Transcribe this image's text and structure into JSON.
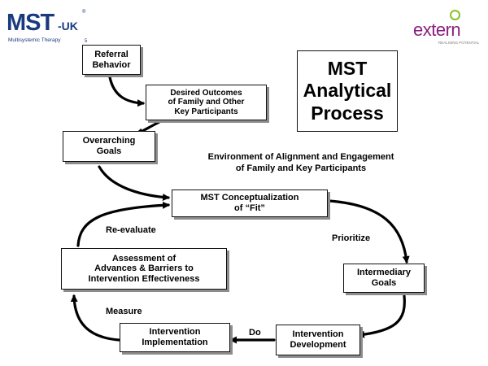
{
  "logos": {
    "mst_main": "MST",
    "mst_uk": "-UK",
    "mst_reg": "®",
    "mst_sub": "Multisystemic Therapy",
    "mst_five": "5",
    "extern_word": "extern",
    "extern_tag": "REALISING POTENTIAL"
  },
  "title": "MST\nAnalytical\nProcess",
  "boxes": {
    "referral": "Referral\nBehavior",
    "desired": "Desired Outcomes\nof Family and Other\nKey Participants",
    "overarching": "Overarching\nGoals",
    "conceptualization": "MST Conceptualization\nof “Fit”",
    "intermediary": "Intermediary\nGoals",
    "development": "Intervention\nDevelopment",
    "implementation": "Intervention\nImplementation",
    "assessment": "Assessment of\nAdvances & Barriers to\nIntervention Effectiveness"
  },
  "labels": {
    "environment": "Environment of Alignment and Engagement\nof Family and Key Participants",
    "prioritize": "Prioritize",
    "do": "Do",
    "measure": "Measure",
    "reevaluate": "Re-evaluate"
  },
  "colors": {
    "mst_blue": "#1b3a7e",
    "extern_purple": "#8a2080",
    "extern_green": "#8bbf2a",
    "arrow": "#000000"
  }
}
